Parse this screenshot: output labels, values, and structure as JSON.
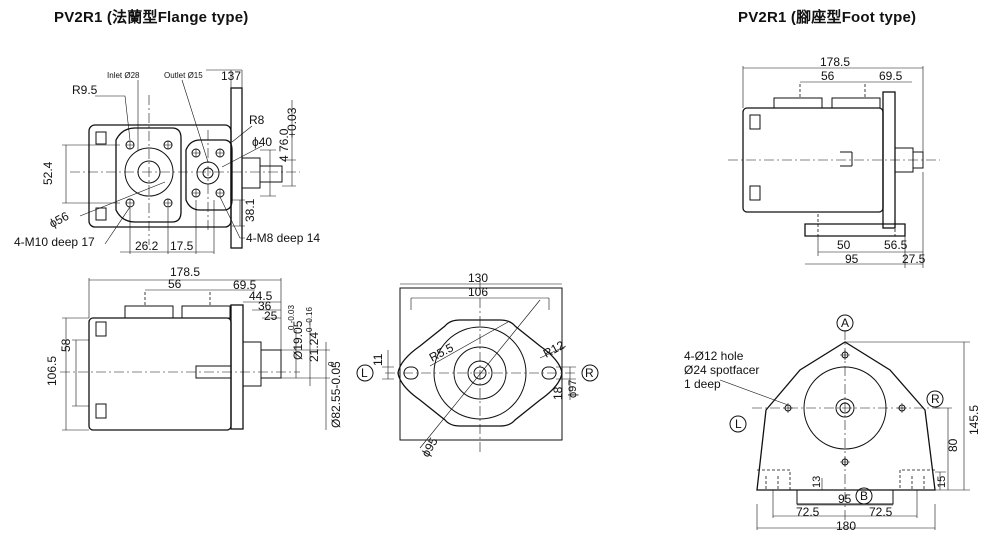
{
  "titles": {
    "flange": "PV2R1 (法蘭型Flange type)",
    "foot": "PV2R1  (腳座型Foot type)"
  },
  "flange_top_view": {
    "inlet_label": "Inlet  Ø28",
    "outlet_label": "Outlet Ø15",
    "r95": "R9.5",
    "d137": "137",
    "r8": "R8",
    "tol_003": "+0.03",
    "dim_4760": "4 76.0",
    "phi40": "ϕ40",
    "dim_524": "52.4",
    "phi56": "ϕ56",
    "m10": "4-M10 deep 17",
    "d262": "26.2",
    "d175": "17.5",
    "d381": "38.1",
    "m8": "4-M8 deep 14"
  },
  "flange_side_view": {
    "d1785": "178.5",
    "d56": "56",
    "d695": "69.5",
    "d445": "44.5",
    "d36": "36",
    "d25": "25",
    "d1065": "106.5",
    "d58": "58",
    "shaft1": "Ø19.05",
    "shaft1_tol": "0 -0.03",
    "shaft2": "21.24",
    "shaft2_tol": "0 -0.16",
    "shaft3": "Ø82.55-0.05",
    "shaft3_tol": "0"
  },
  "flange_end_view": {
    "d130": "130",
    "d106": "106",
    "r55": "R5.5",
    "r12": "R12",
    "d11": "11",
    "d18": "18",
    "phi97": "ϕ97",
    "phi95": "ϕ95",
    "mark_l": "L",
    "mark_r": "R"
  },
  "foot_side_view": {
    "d1785": "178.5",
    "d56": "56",
    "d695": "69.5",
    "d50": "50",
    "d565": "56.5",
    "d95": "95",
    "d275": "27.5"
  },
  "foot_end_view": {
    "hole_note": [
      "4-Ø12 hole",
      "Ø24 spotfacer",
      "1 deep"
    ],
    "mark_a": "A",
    "mark_b": "B",
    "mark_l": "L",
    "mark_r": "R",
    "d1455": "145.5",
    "d80": "80",
    "d15": "15",
    "d13": "13",
    "d95": "95",
    "d725a": "72.5",
    "d725b": "72.5",
    "d180": "180"
  }
}
